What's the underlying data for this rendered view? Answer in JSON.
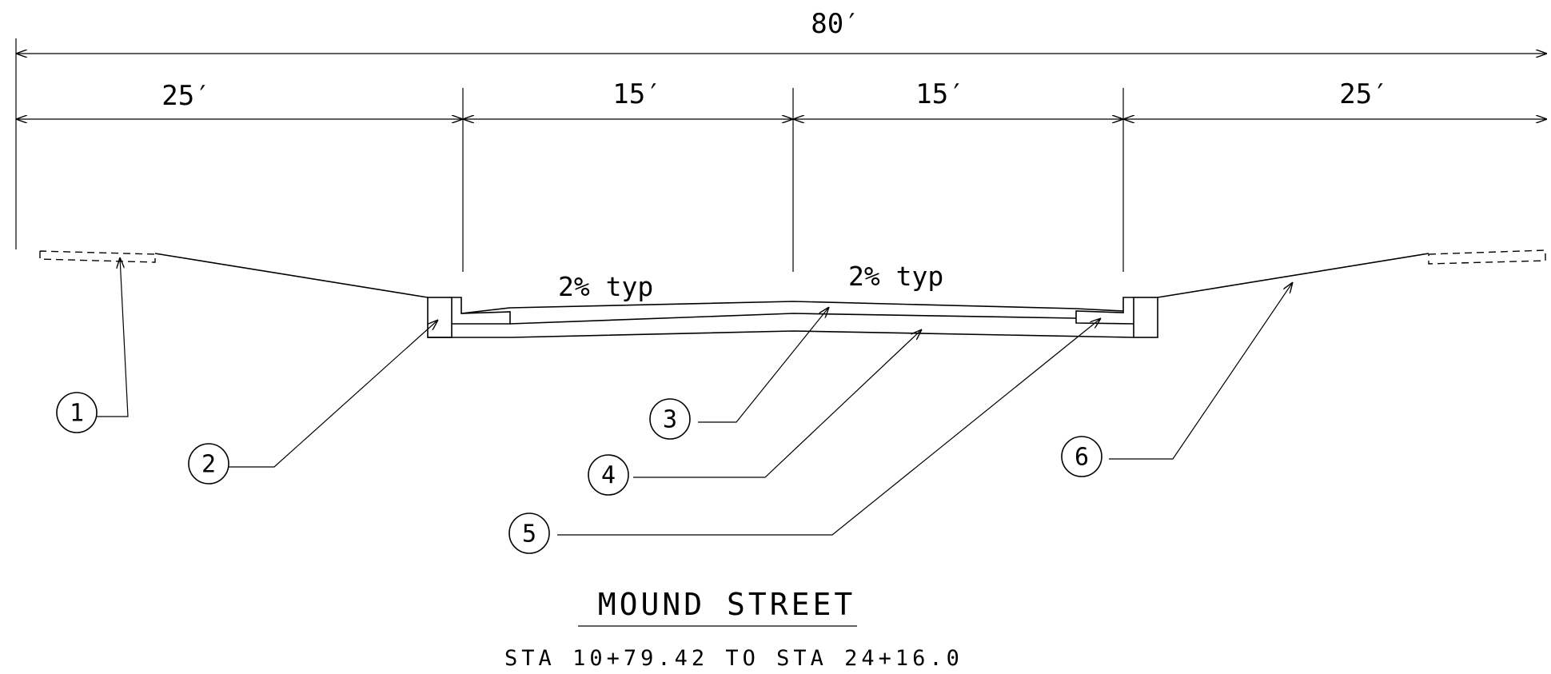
{
  "dimensions": {
    "overall": "80′",
    "left_border": "25′",
    "left_lane": "15′",
    "right_lane": "15′",
    "right_border": "25′"
  },
  "slopes": {
    "left": "2% typ",
    "right": "2% typ"
  },
  "callouts": [
    "1",
    "2",
    "3",
    "4",
    "5",
    "6"
  ],
  "title": {
    "street": "MOUND STREET",
    "stations": "STA 10+79.42 TO STA 24+16.0"
  }
}
